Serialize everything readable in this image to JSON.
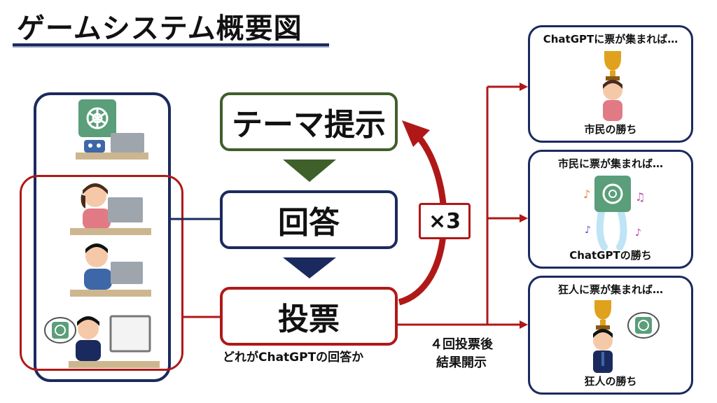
{
  "title": "ゲームシステム概要図",
  "steps": {
    "theme": "テーマ提示",
    "answer": "回答",
    "vote": "投票"
  },
  "repeat_label": "×3",
  "vote_caption": "どれがChatGPTの回答か",
  "reveal_caption_line1": "４回投票後",
  "reveal_caption_line2": "結果開示",
  "outcomes": [
    {
      "condition": "ChatGPTに票が集まれば…",
      "result": "市民の勝ち"
    },
    {
      "condition": "市民に票が集まれば…",
      "result": "ChatGPTの勝ち"
    },
    {
      "condition": "狂人に票が集まれば…",
      "result": "狂人の勝ち"
    }
  ],
  "colors": {
    "navy": "#1b2a5e",
    "green": "#3f5f2b",
    "red": "#b01818",
    "chatgpt_green": "#5a9e7a"
  }
}
